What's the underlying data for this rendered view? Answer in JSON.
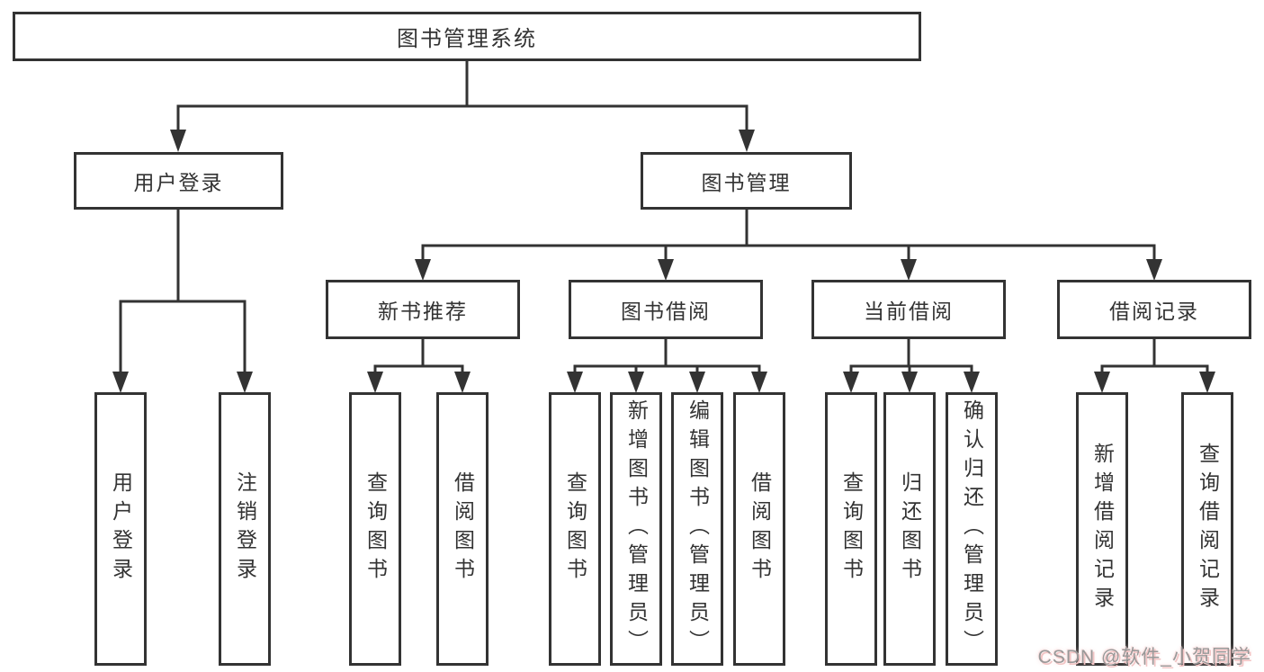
{
  "diagram": {
    "type": "tree",
    "root": {
      "label": "图书管理系统"
    },
    "level2": [
      {
        "label": "用户登录"
      },
      {
        "label": "图书管理"
      }
    ],
    "level3": [
      {
        "label": "新书推荐",
        "parent": "图书管理"
      },
      {
        "label": "图书借阅",
        "parent": "图书管理"
      },
      {
        "label": "当前借阅",
        "parent": "图书管理"
      },
      {
        "label": "借阅记录",
        "parent": "图书管理"
      }
    ],
    "leaves": [
      {
        "label": "用户登录",
        "parent": "用户登录"
      },
      {
        "label": "注销登录",
        "parent": "用户登录"
      },
      {
        "label": "查询图书",
        "parent": "新书推荐"
      },
      {
        "label": "借阅图书",
        "parent": "新书推荐"
      },
      {
        "label": "查询图书",
        "parent": "图书借阅"
      },
      {
        "label": "新增图书（管理员）",
        "parent": "图书借阅"
      },
      {
        "label": "编辑图书（管理员）",
        "parent": "图书借阅"
      },
      {
        "label": "借阅图书",
        "parent": "图书借阅"
      },
      {
        "label": "查询图书",
        "parent": "当前借阅"
      },
      {
        "label": "归还图书",
        "parent": "当前借阅"
      },
      {
        "label": "确认归还（管理员）",
        "parent": "当前借阅"
      },
      {
        "label": "新增借阅记录",
        "parent": "借阅记录"
      },
      {
        "label": "查询借阅记录",
        "parent": "借阅记录"
      }
    ],
    "colors": {
      "line": "#333333",
      "box_background": "#ffffff",
      "text": "#333333",
      "watermark_text": "#989898",
      "watermark_glow": "#f2c4c4"
    },
    "watermark": "CSDN @软件_小贺同学"
  }
}
